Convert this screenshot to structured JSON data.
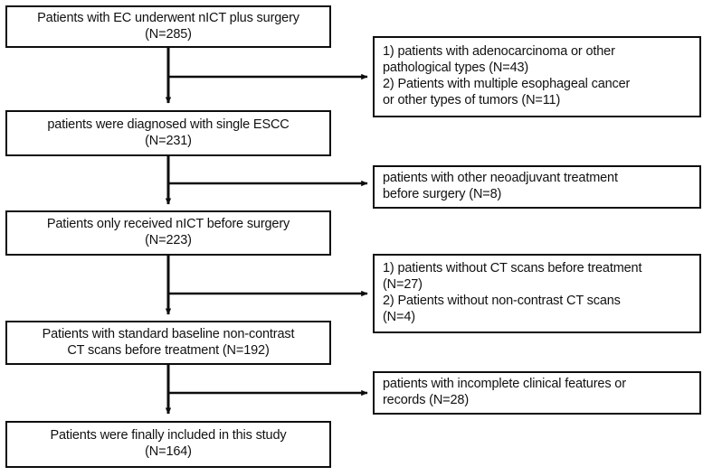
{
  "figure": {
    "type": "flowchart",
    "orientation": "vertical-with-right-exclusions",
    "line_color": "#0d0d0d",
    "box_fill": "#ffffff",
    "text_color": "#111111"
  },
  "main_nodes": [
    {
      "id": "node-enrolled",
      "text": "Patients with EC underwent nICT plus surgery\n(N=285)",
      "count": 285
    },
    {
      "id": "node-single-escc",
      "text": "patients were diagnosed with single ESCC\n(N=231)",
      "count": 231
    },
    {
      "id": "node-nict-only",
      "text": "Patients only received nICT before surgery\n(N=223)",
      "count": 223
    },
    {
      "id": "node-baseline-ct",
      "text": "Patients with standard baseline non-contrast\nCT scans before treatment (N=192)",
      "count": 192
    },
    {
      "id": "node-final-cohort",
      "text": "Patients were finally included in this study\n(N=164)",
      "count": 164
    }
  ],
  "exclusion_nodes": [
    {
      "id": "exclusion-pathology",
      "text": "1) patients with adenocarcinoma or other\npathological types (N=43)\n2) Patients with multiple esophageal cancer\nor other types of tumors (N=11)",
      "counts": [
        43,
        11
      ]
    },
    {
      "id": "exclusion-other-neoadjuvant",
      "text": "patients with other neoadjuvant treatment\nbefore surgery (N=8)",
      "counts": [
        8
      ]
    },
    {
      "id": "exclusion-ct-scans",
      "text": "1) patients without CT scans before treatment\n(N=27)\n2) Patients without non-contrast CT scans\n(N=4)",
      "counts": [
        27,
        4
      ]
    },
    {
      "id": "exclusion-incomplete-records",
      "text": "patients with incomplete clinical features or\nrecords (N=28)",
      "counts": [
        28
      ]
    }
  ]
}
